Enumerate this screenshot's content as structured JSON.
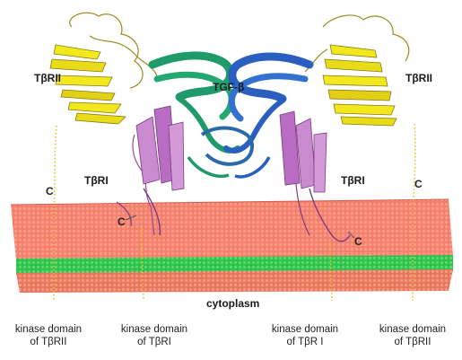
{
  "labels": {
    "tgf_beta": "TGF-β",
    "tbrii_left": "TβRII",
    "tbrii_right": "TβRII",
    "tbri_left": "TβRI",
    "tbri_right": "TβRI",
    "c_left_outer": "C",
    "c_left_inner": "C",
    "c_right_outer": "C",
    "c_right_inner": "C",
    "cytoplasm": "cytoplasm"
  },
  "kinase_labels": [
    {
      "line1": "kinase domain",
      "line2": "of TβRII"
    },
    {
      "line1": "kinase domain",
      "line2": "of TβRI"
    },
    {
      "line1": "kinase domain",
      "line2": "of TβR I"
    },
    {
      "line1": "kinase domain",
      "line2": "of TβRII"
    }
  ],
  "colors": {
    "membrane_top": "#f07a6a",
    "membrane_band": "#2fbf4a",
    "tbrii": "#e8e020",
    "tgf_green": "#1f9a6a",
    "tgf_blue": "#2a5fc0",
    "tbri": "#c87ac8"
  }
}
